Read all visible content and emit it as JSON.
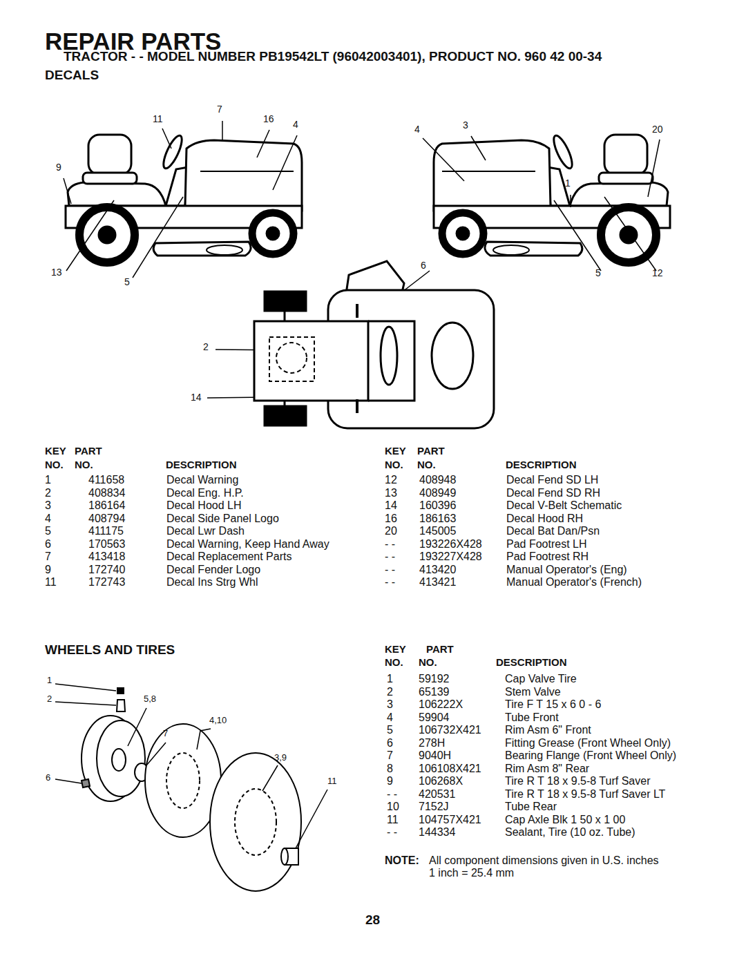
{
  "diagram": {
    "title": "REPAIR PARTS",
    "labels": [
      "TRACTOR - - MODEL NUMBER PB19542LT (96042003401), PRODUCT NO. 960 42 00-34",
      "DECALS",
      "11",
      "7",
      "16",
      "4",
      "9",
      "13",
      "5",
      "4",
      "3",
      "20",
      "1",
      "6",
      "5",
      "12",
      "2",
      "14",
      "KEY",
      "PART",
      "NO.",
      "NO.",
      "DESCRIPTION",
      "KEY",
      "PART",
      "NO.",
      "NO.",
      "DESCRIPTION",
      "1",
      "411658",
      "Decal Warning",
      "2",
      "408834",
      "Decal Eng. H.P.",
      "3",
      "186164",
      "Decal Hood LH",
      "4",
      "408794",
      "Decal Side Panel Logo",
      "5",
      "411175",
      "Decal Lwr Dash",
      "6",
      "170563",
      "Decal Warning, Keep Hand Away",
      "7",
      "413418",
      "Decal Replacement Parts",
      "9",
      "172740",
      "Decal Fender Logo",
      "11",
      "172743",
      "Decal Ins Strg Whl",
      "12",
      "408948",
      "Decal Fend SD LH",
      "13",
      "408949",
      "Decal Fend SD RH",
      "14",
      "160396",
      "Decal V-Belt Schematic",
      "16",
      "186163",
      "Decal Hood RH",
      "20",
      "145005",
      "Decal Bat Dan/Psn",
      "- -",
      "193226X428",
      "Pad Footrest LH",
      "- -",
      "193227X428",
      "Pad Footrest RH",
      "- -",
      "413420",
      "Manual Operator's (Eng)",
      "- -",
      "413421",
      "Manual Operator's (French)",
      "WHEELS AND TIRES",
      "1",
      "2",
      "5,8",
      "4,10",
      "7",
      "3,9",
      "6",
      "11",
      "KEY",
      "PART",
      "NO.",
      "NO.",
      "DESCRIPTION",
      "1",
      "59192",
      "Cap Valve Tire",
      "2",
      "65139",
      "Stem Valve",
      "3",
      "106222X",
      "Tire F T 15 x 6 0 - 6",
      "4",
      "59904",
      "Tube Front",
      "5",
      "106732X421",
      "Rim Asm 6\" Front",
      "6",
      "278H",
      "Fitting Grease (Front Wheel Only)",
      "7",
      "9040H",
      "Bearing Flange (Front Wheel Only)",
      "8",
      "106108X421",
      "Rim Asm 8\" Rear",
      "9",
      "106268X",
      "Tire R T 18 x 9.5-8 Turf Saver",
      "- -",
      "420531",
      "Tire R T 18 x 9.5-8 Turf Saver LT",
      "10",
      "7152J",
      "Tube Rear",
      "11",
      "104757X421",
      "Cap Axle Blk 1 50 x 1 00",
      "- -",
      "144334",
      "Sealant, Tire (10 oz. Tube)",
      "NOTE:",
      "All component dimensions given in U.S. inches",
      "1 inch = 25.4 mm",
      "28"
    ]
  }
}
